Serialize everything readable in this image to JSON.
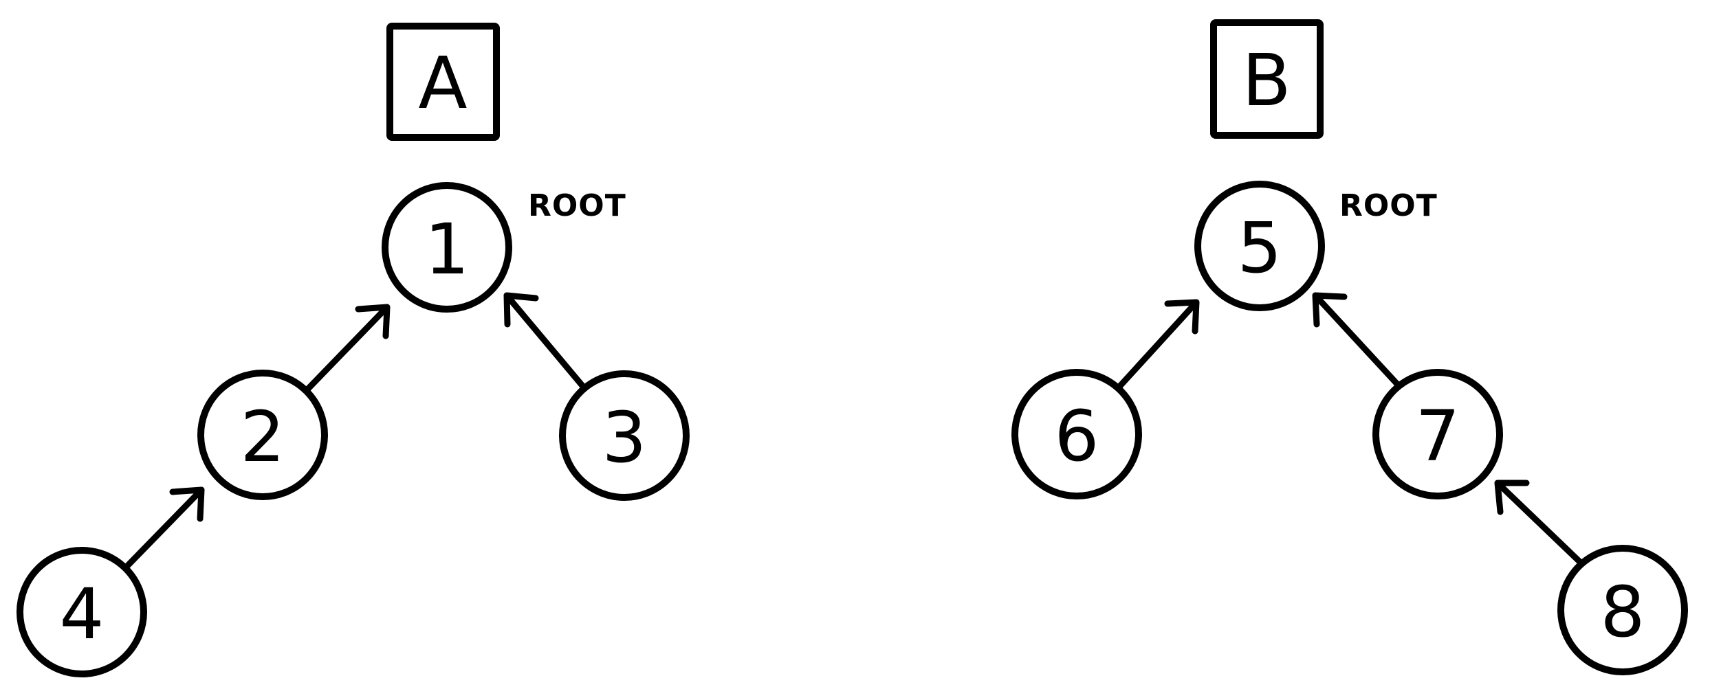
{
  "diagram": {
    "type": "tree-diagram",
    "colors": {
      "background": "#FFFFFF",
      "stroke": "#000000",
      "root_fill": "#7DF2F9",
      "node_fill": "#FFFFFF"
    },
    "trees": [
      {
        "label": "A",
        "root_tag": "ROOT",
        "root_node": "1",
        "nodes": [
          {
            "value": "1",
            "is_root": true
          },
          {
            "value": "2",
            "is_root": false
          },
          {
            "value": "3",
            "is_root": false
          },
          {
            "value": "4",
            "is_root": false
          }
        ],
        "edges": [
          {
            "from": "2",
            "to": "1"
          },
          {
            "from": "3",
            "to": "1"
          },
          {
            "from": "4",
            "to": "2"
          }
        ]
      },
      {
        "label": "B",
        "root_tag": "ROOT",
        "root_node": "5",
        "nodes": [
          {
            "value": "5",
            "is_root": true
          },
          {
            "value": "6",
            "is_root": false
          },
          {
            "value": "7",
            "is_root": false
          },
          {
            "value": "8",
            "is_root": false
          }
        ],
        "edges": [
          {
            "from": "6",
            "to": "5"
          },
          {
            "from": "7",
            "to": "5"
          },
          {
            "from": "8",
            "to": "7"
          }
        ]
      }
    ]
  }
}
